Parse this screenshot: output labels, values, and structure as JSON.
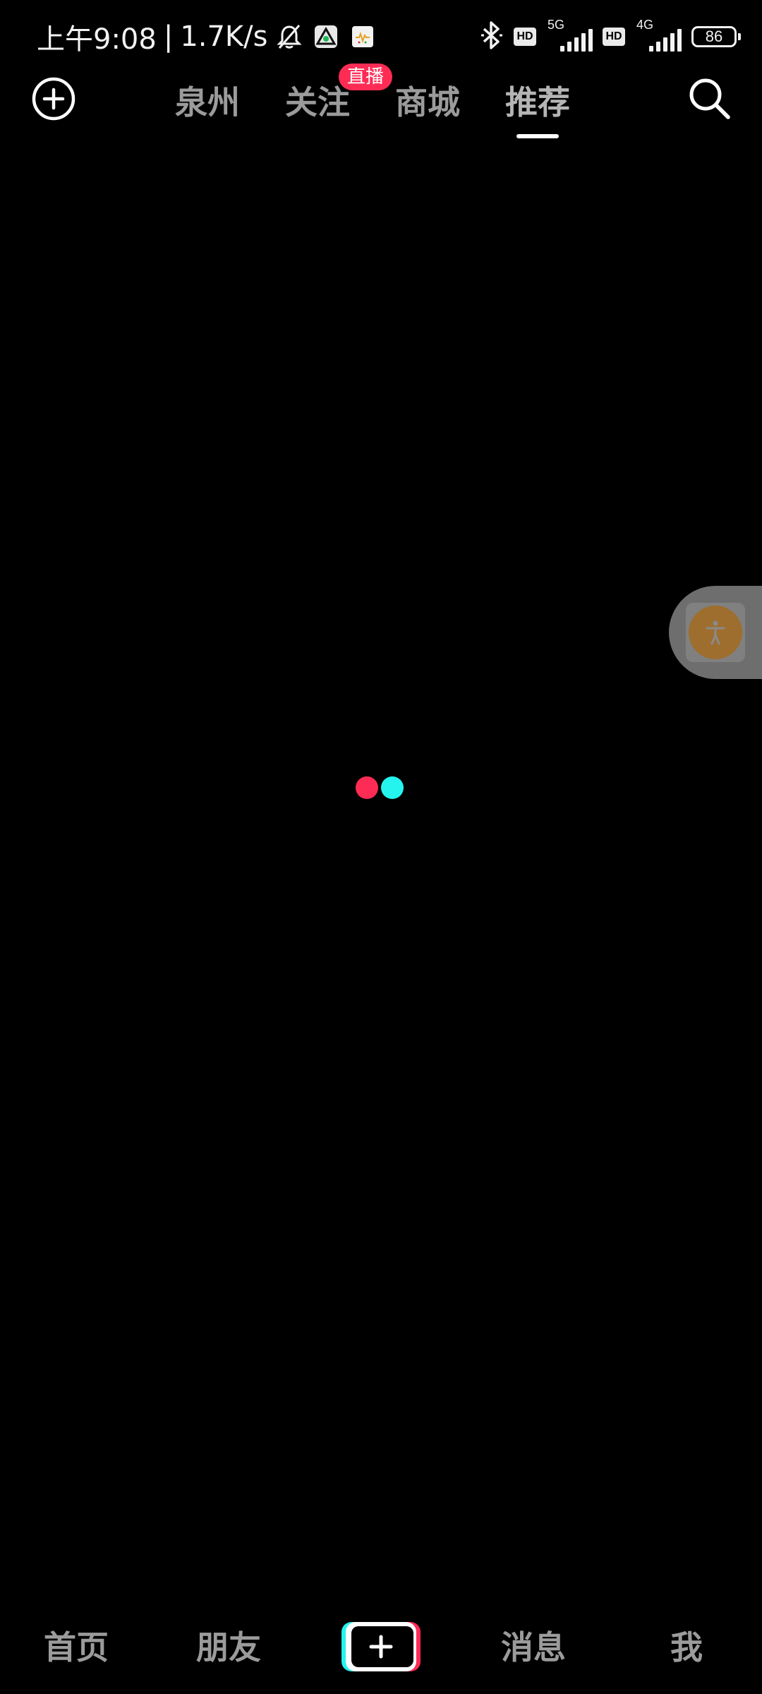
{
  "status_bar": {
    "time": "上午9:08",
    "separator": "|",
    "net_speed": "1.7K/s",
    "icons": [
      "bell-muted-icon",
      "app-notification-icon",
      "app-notification-icon-2",
      "bluetooth-icon"
    ],
    "sim1": {
      "hd": "HD",
      "network": "5G"
    },
    "sim2": {
      "hd": "HD",
      "network": "4G"
    },
    "battery": "86"
  },
  "top_nav": {
    "tabs": [
      {
        "label": "泉州",
        "active": false
      },
      {
        "label": "关注",
        "active": false,
        "badge": "直播"
      },
      {
        "label": "商城",
        "active": false
      },
      {
        "label": "推荐",
        "active": true
      }
    ]
  },
  "loading": {
    "colors": {
      "left": "#fe2c55",
      "right": "#25f4ee"
    }
  },
  "bottom_nav": {
    "items": [
      {
        "label": "首页"
      },
      {
        "label": "朋友"
      },
      {
        "label": "消息"
      },
      {
        "label": "我"
      }
    ]
  },
  "colors": {
    "brand_pink": "#fe2c55",
    "brand_cyan": "#25f4ee",
    "background": "#000000"
  }
}
